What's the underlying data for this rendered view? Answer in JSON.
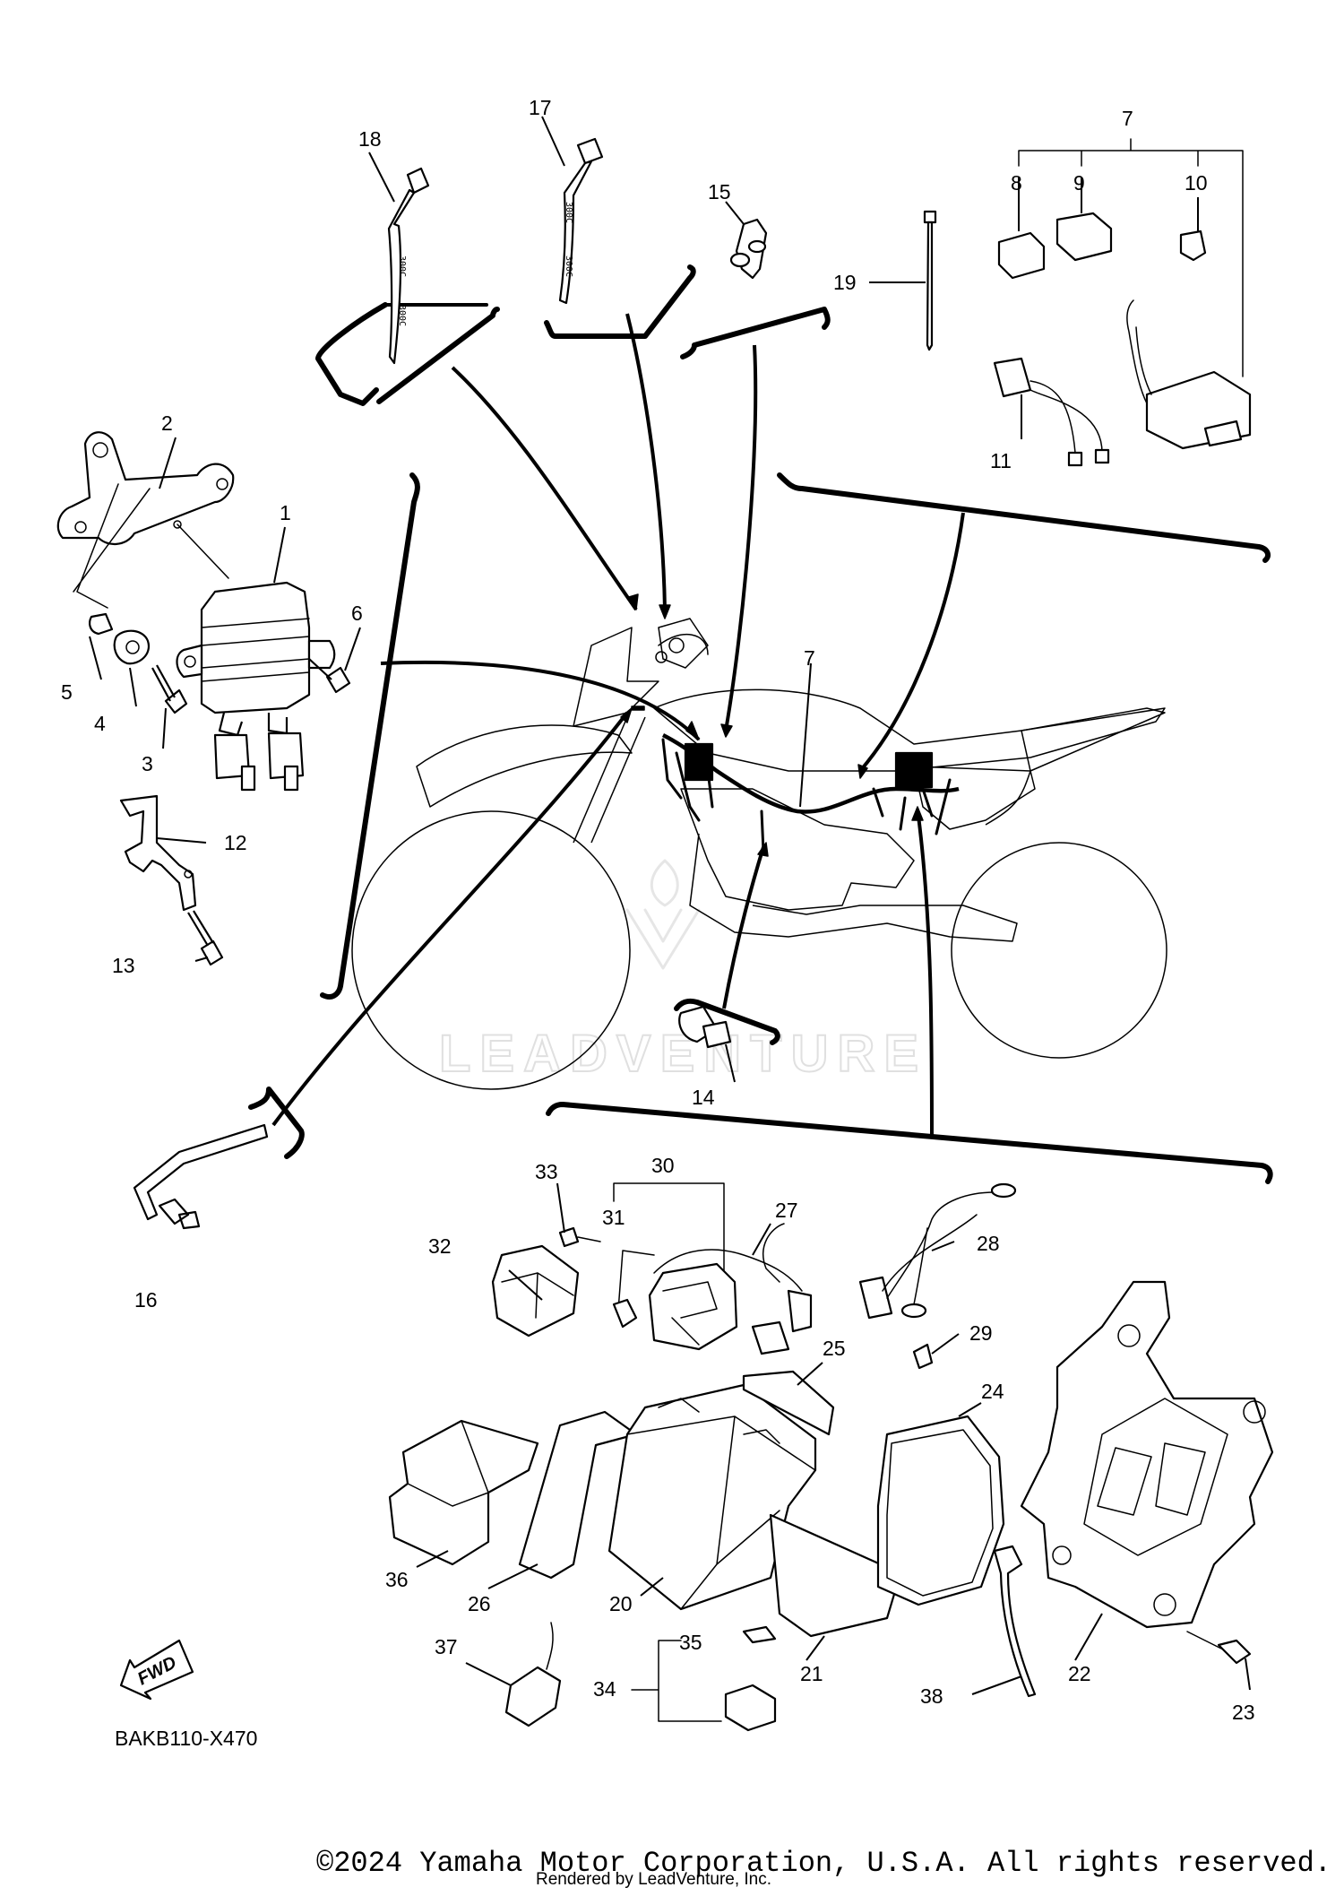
{
  "diagram": {
    "drawing_code": "BAKB110-X470",
    "fwd_label": "FWD",
    "watermark": "LEADVENTURE",
    "cable_tie_marking": "300C",
    "callouts": [
      "1",
      "2",
      "3",
      "4",
      "5",
      "6",
      "7",
      "8",
      "9",
      "10",
      "11",
      "12",
      "13",
      "14",
      "15",
      "16",
      "17",
      "18",
      "19",
      "20",
      "21",
      "22",
      "23",
      "24",
      "25",
      "26",
      "27",
      "28",
      "29",
      "30",
      "31",
      "32",
      "33",
      "34",
      "35",
      "36",
      "37",
      "38",
      "7"
    ]
  },
  "footer": {
    "copyright": "©2024 Yamaha Motor Corporation, U.S.A. All rights reserved.",
    "rendered_by": "Rendered by LeadVenture, Inc."
  }
}
